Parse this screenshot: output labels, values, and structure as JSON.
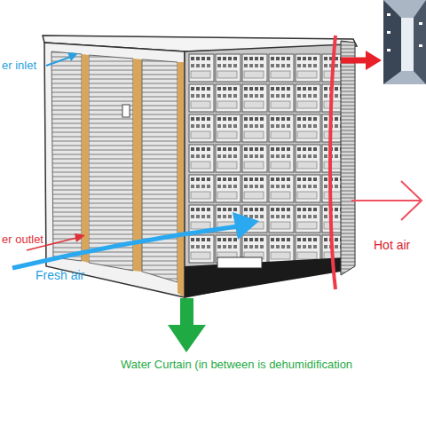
{
  "diagram": {
    "labels": [
      "er inlet",
      "er outlet",
      "Fresh air",
      "Hot air",
      "Water Curtain (in between is dehumidification"
    ]
  }
}
